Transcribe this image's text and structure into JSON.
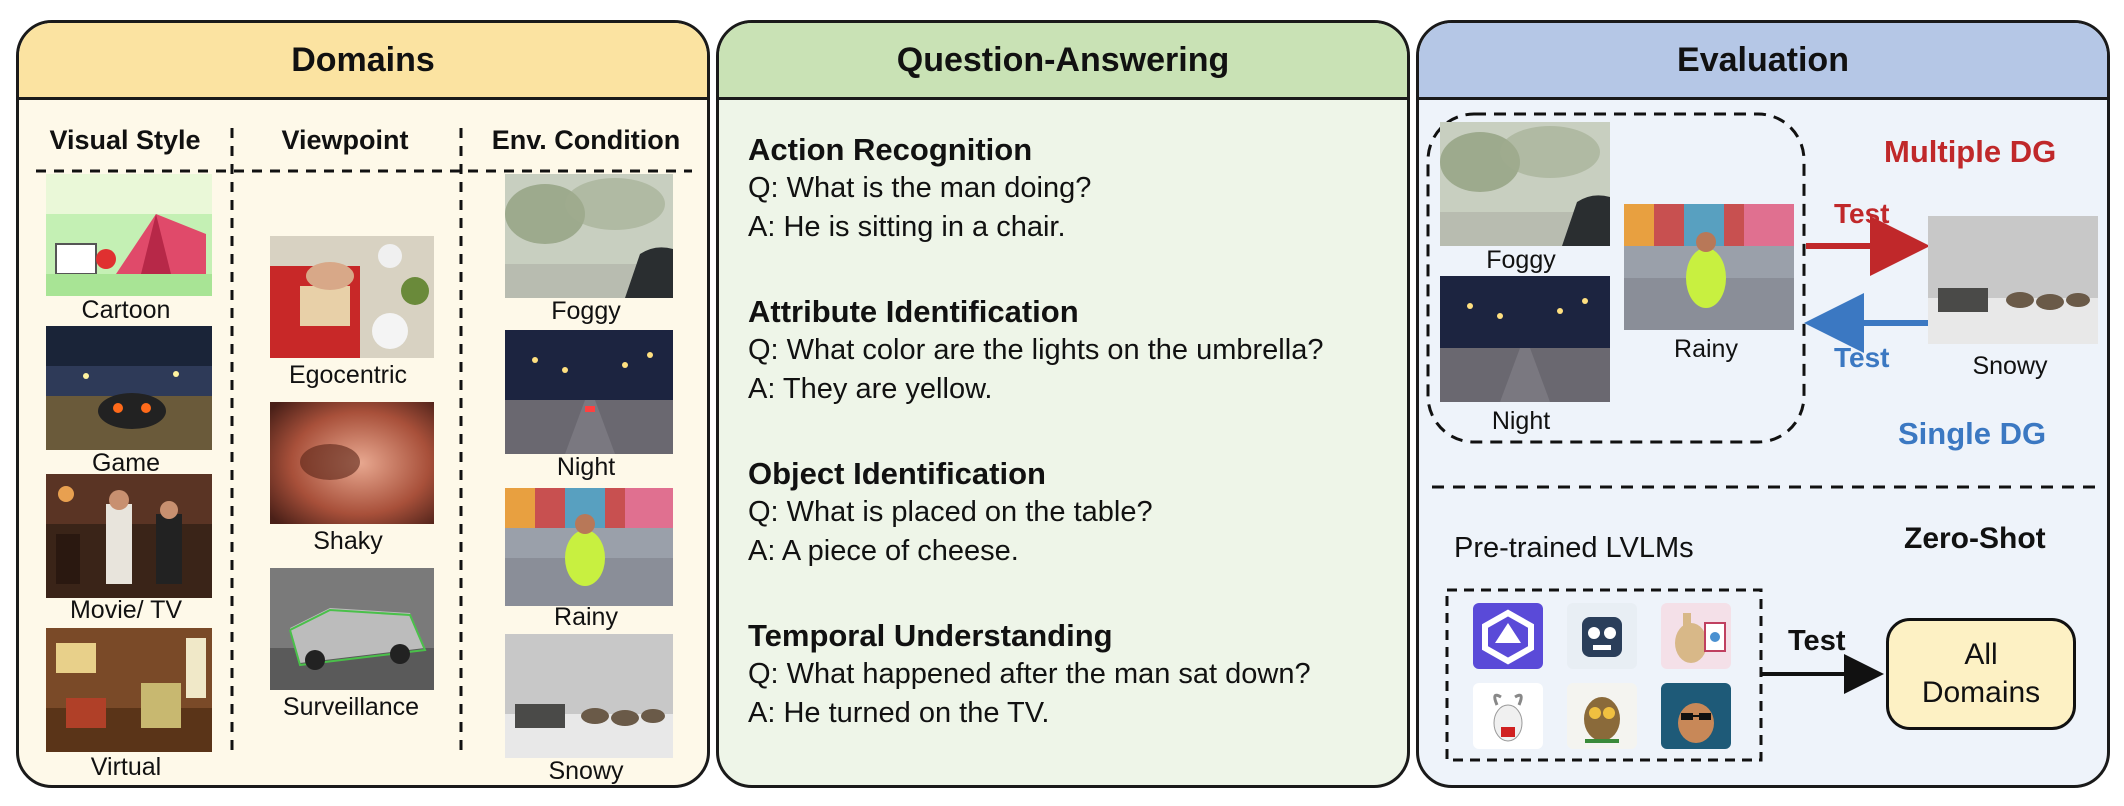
{
  "domains": {
    "title": "Domains",
    "columns": [
      "Visual Style",
      "Viewpoint",
      "Env. Condition"
    ],
    "visual_style": [
      "Cartoon",
      "Game",
      "Movie/ TV",
      "Virtual"
    ],
    "viewpoint": [
      "Egocentric",
      "Shaky",
      "Surveillance"
    ],
    "env_condition": [
      "Foggy",
      "Night",
      "Rainy",
      "Snowy"
    ]
  },
  "qa": {
    "title": "Question-Answering",
    "items": [
      {
        "title": "Action Recognition",
        "q": "Q: What is the man doing?",
        "a": "A: He is sitting in a chair."
      },
      {
        "title": "Attribute Identification",
        "q": "Q: What color are the lights on the umbrella?",
        "a": "A: They are yellow."
      },
      {
        "title": "Object Identification",
        "q": "Q: What is placed on the table?",
        "a": "A: A piece of cheese."
      },
      {
        "title": "Temporal Understanding",
        "q": "Q: What happened after the man sat down?",
        "a": "A: He turned on the TV."
      }
    ]
  },
  "evaluation": {
    "title": "Evaluation",
    "source_labels": [
      "Foggy",
      "Night",
      "Rainy"
    ],
    "target_label": "Snowy",
    "multiple_dg": "Multiple DG",
    "single_dg": "Single DG",
    "test_label": "Test",
    "zero_shot": "Zero-Shot",
    "pretrained": "Pre-trained LVLMs",
    "all_domains": [
      "All",
      "Domains"
    ]
  },
  "colors": {
    "domains_header": "#fbe3a1",
    "domains_body": "#fef9e9",
    "qa_header": "#c9e2b5",
    "qa_body": "#eef5e8",
    "eval_header": "#b5c7e6",
    "eval_body": "#eef3fa",
    "multiple_dg": "#c0282a",
    "single_dg": "#3b78c2",
    "all_domains_box": "#fdf1c4"
  }
}
